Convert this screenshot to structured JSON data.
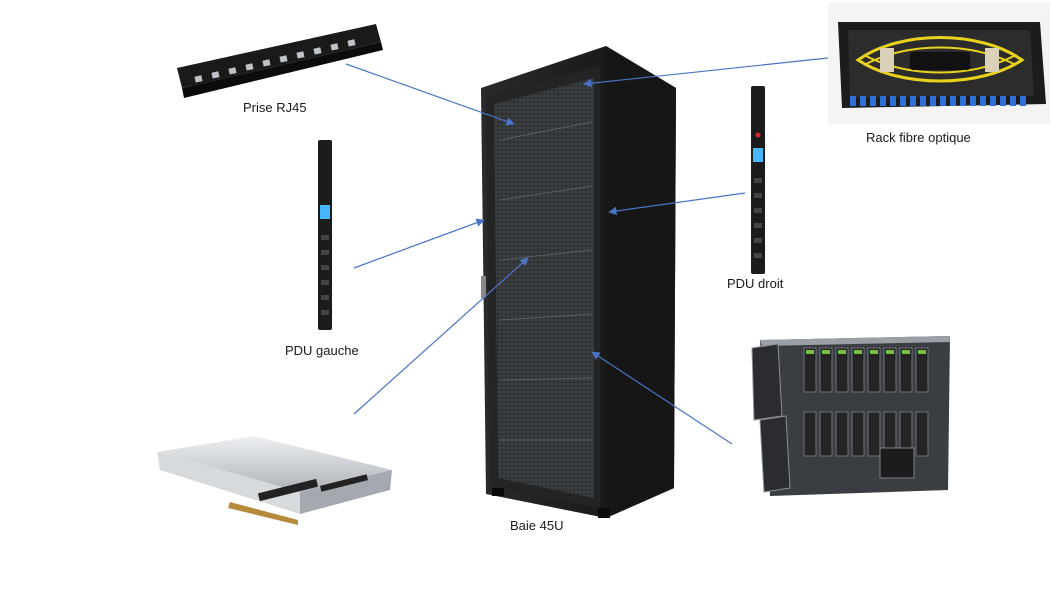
{
  "labels": {
    "patch_panel": "Prise RJ45",
    "fiber_rack": "Rack fibre optique",
    "pdu_left": "PDU gauche",
    "pdu_right": "PDU droit",
    "cabinet": "Baie 45U"
  },
  "colors": {
    "arrow": "#4a74c4",
    "equipment_dark": "#1b1b1b",
    "fiber": "#e8d21c",
    "connector_blue": "#2f6fd6",
    "server_silver": "#cfd2d6"
  },
  "icons": {
    "patch_panel": "rj45-patch-panel-icon",
    "fiber_rack": "fiber-optic-rack-icon",
    "pdu": "pdu-strip-icon",
    "cabinet": "server-cabinet-icon",
    "server": "rack-server-icon",
    "blade": "blade-chassis-icon"
  }
}
